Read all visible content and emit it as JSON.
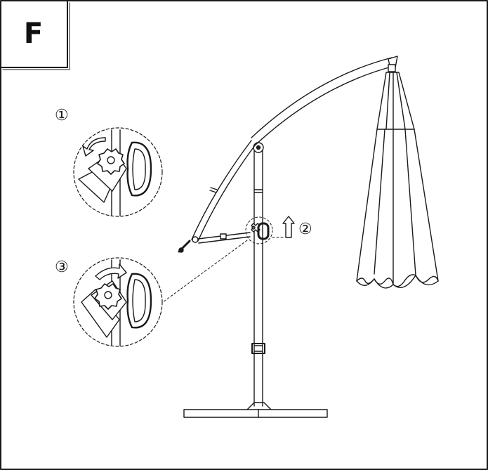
{
  "step": {
    "letter": "F"
  },
  "callouts": [
    {
      "marker": "①"
    },
    {
      "marker": "②"
    },
    {
      "marker": "③"
    }
  ],
  "colors": {
    "line": "#1a1a1a",
    "background": "#ffffff"
  },
  "icons": [
    "rotate-arrow-icon",
    "lift-up-arrow-icon",
    "knob-icon",
    "handle-icon"
  ]
}
